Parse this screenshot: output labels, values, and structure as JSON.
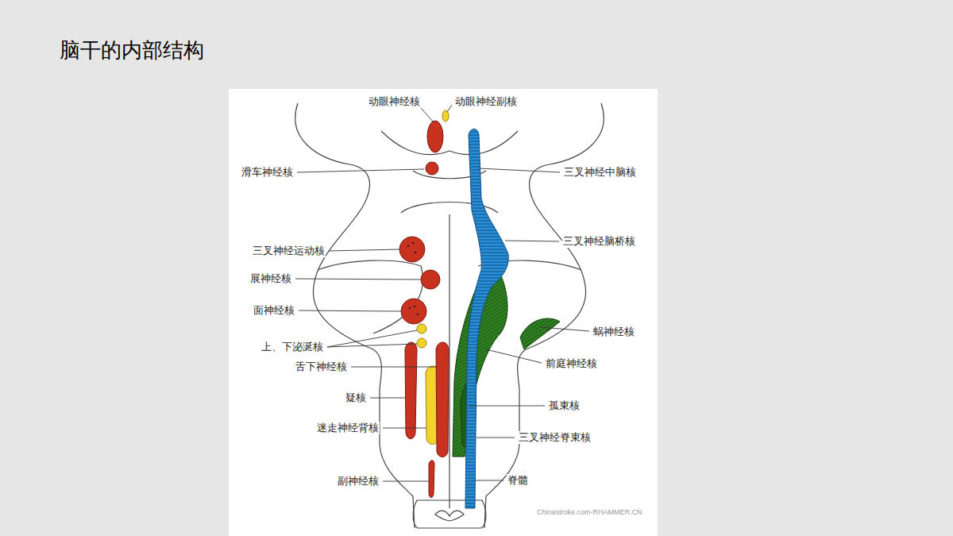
{
  "diagram": {
    "title": "脑干的内部结构",
    "labels": [
      "动眼神经核",
      "动眼神经副核",
      "滑车神经核",
      "三叉神经中脑核",
      "三叉神经运动核",
      "三叉神经脑桥核",
      "展神经核",
      "面神经核",
      "蜗神经核",
      "上、下泌涎核",
      "前庭神经核",
      "舌下神经核",
      "疑核",
      "孤束核",
      "迷走神经背核",
      "三叉神经脊束核",
      "副神经核",
      "脊髓",
      "Chinastroke.com-RHAMMER.CN"
    ]
  }
}
